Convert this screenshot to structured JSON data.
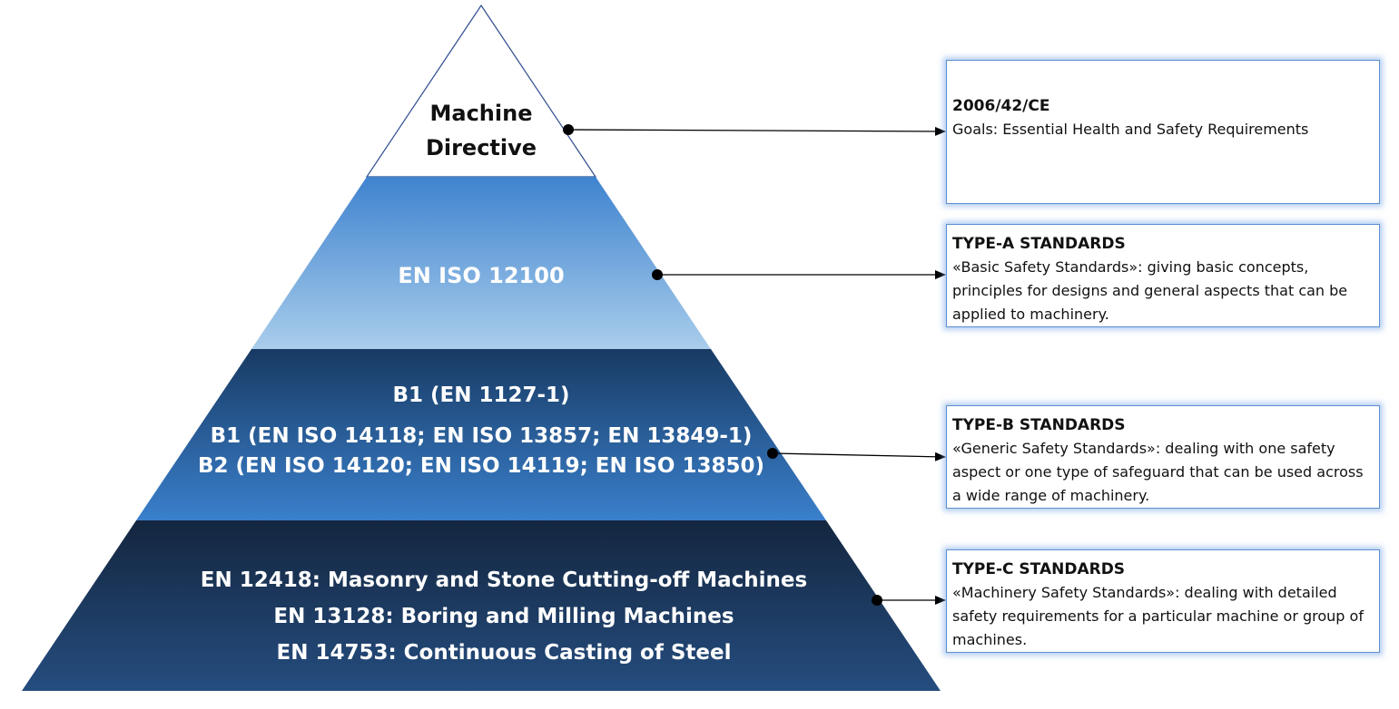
{
  "pyramid": {
    "tiers": [
      {
        "id": "machine-directive",
        "lines": [
          "Machine",
          "Directive"
        ]
      },
      {
        "id": "type-a",
        "lines": [
          "EN ISO 12100"
        ]
      },
      {
        "id": "type-b",
        "lines": [
          "B1 (EN 1127-1)",
          "B1 (EN ISO 14118; EN ISO 13857; EN 13849-1)",
          "B2 (EN ISO 14120; EN ISO 14119; EN ISO 13850)"
        ]
      },
      {
        "id": "type-c",
        "lines": [
          "EN 12418: Masonry and Stone Cutting-off Machines",
          "EN 13128: Boring and Milling Machines",
          "EN 14753: Continuous Casting of Steel"
        ]
      }
    ]
  },
  "boxes": [
    {
      "title": "2006/42/CE",
      "text": "Goals: Essential Health and Safety Requirements"
    },
    {
      "title": "TYPE-A STANDARDS",
      "text": "«Basic Safety Standards»: giving basic concepts, principles for designs and general aspects that can be applied to machinery."
    },
    {
      "title": "TYPE-B STANDARDS",
      "text": "«Generic Safety Standards»: dealing with one safety aspect or one type of safeguard that can be used across a wide range of machinery."
    },
    {
      "title": "TYPE-C STANDARDS",
      "text": "«Machinery Safety Standards»: dealing with detailed safety requirements for a particular machine or group of machines."
    }
  ],
  "colors": {
    "tier1_fill": "#ffffff",
    "tier2_top": "#3f83cf",
    "tier2_bottom": "#a9cdeb",
    "tier3_top": "#183a63",
    "tier3_bottom": "#3a80cc",
    "tier4_top": "#14263f",
    "tier4_bottom": "#254d7f",
    "outline": "#2e4e8e",
    "box_border": "#5b8fd0"
  }
}
